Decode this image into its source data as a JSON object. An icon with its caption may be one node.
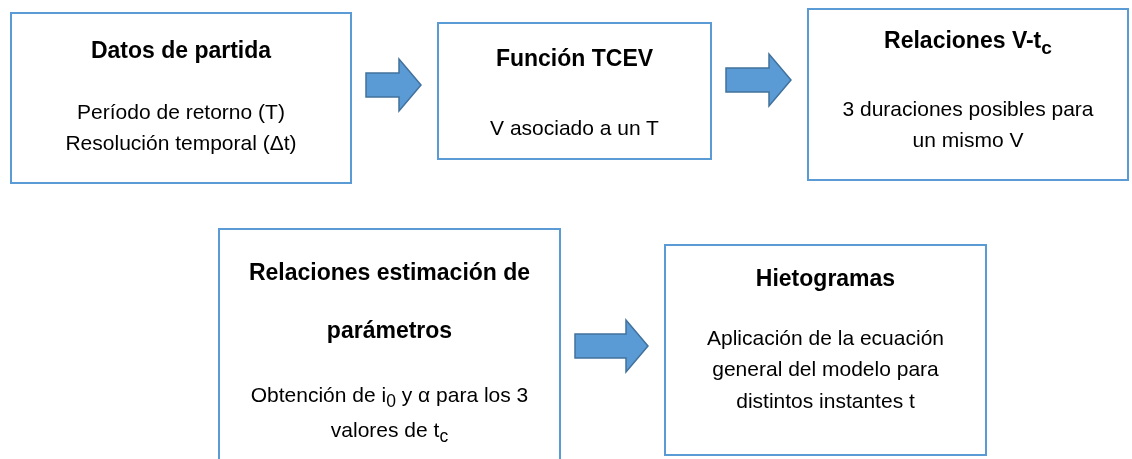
{
  "diagram": {
    "nodes": [
      {
        "text": [
          "Datos de partida",
          "Período de retorno (T) Resolución temporal (Δt)"
        ]
      },
      {
        "text": [
          "Función TCEV",
          "V asociado a un T"
        ]
      },
      {
        "text": [
          "Relaciones V-t$_{c}$",
          "3 duraciones posibles para un mismo V"
        ]
      },
      {
        "text": [
          "Relaciones estimación de parámetros",
          "Obtención de i$_{0}$ y α para los 3 valores de t$_{c}$"
        ]
      },
      {
        "text": [
          "Hietogramas",
          "Aplicación de la ecuación general del modelo para distintos instantes t"
        ]
      }
    ],
    "edges": [
      {
        "from": 0,
        "to": 1,
        "arrow": "to"
      },
      {
        "from": 1,
        "to": 2,
        "arrow": "to"
      },
      {
        "from": 3,
        "to": 4,
        "arrow": "to"
      }
    ]
  }
}
